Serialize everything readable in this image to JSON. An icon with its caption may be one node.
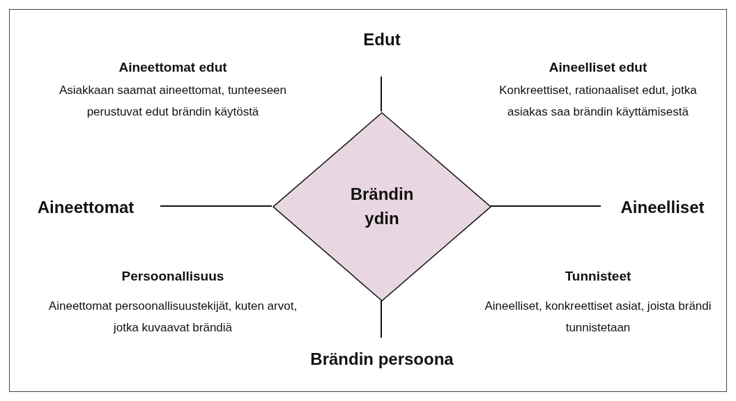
{
  "diagram": {
    "nodes": [
      {
        "text": [],
        "shape": "box"
      },
      {
        "text": [
          "Edut"
        ],
        "in": 0
      },
      {
        "text": [
          "Aineettomat"
        ],
        "in": 0
      },
      {
        "text": [
          "Brändin ydin"
        ],
        "in": 0
      },
      {
        "text": [
          "Aineelliset"
        ],
        "in": 0
      },
      {
        "text": [
          "Brändin persoona"
        ],
        "in": 0
      }
    ],
    "edges": [
      {
        "from": 3,
        "to": 1,
        "arrow": "none"
      },
      {
        "from": 2,
        "to": 3,
        "arrow": "none"
      },
      {
        "from": 3,
        "to": 4,
        "arrow": "none"
      },
      {
        "from": 3,
        "to": 5,
        "arrow": "none"
      }
    ],
    "labels": [
      "Aineettomat edut",
      "Asiakkaan saamat aineettomat, tunteeseen perustuvat edut brändin käytöstä",
      "Aineelliset edut",
      "Konkreettiset, rationaaliset edut, jotka asiakas saa brändin käyttämisestä",
      "Persoonallisuus",
      "Aineettomat persoonallisuustekijät, kuten arvot, jotka kuvaavat brändiä",
      "Tunnisteet",
      "Aineelliset, konkreettiset asiat, joista brändi tunnistetaan"
    ]
  }
}
